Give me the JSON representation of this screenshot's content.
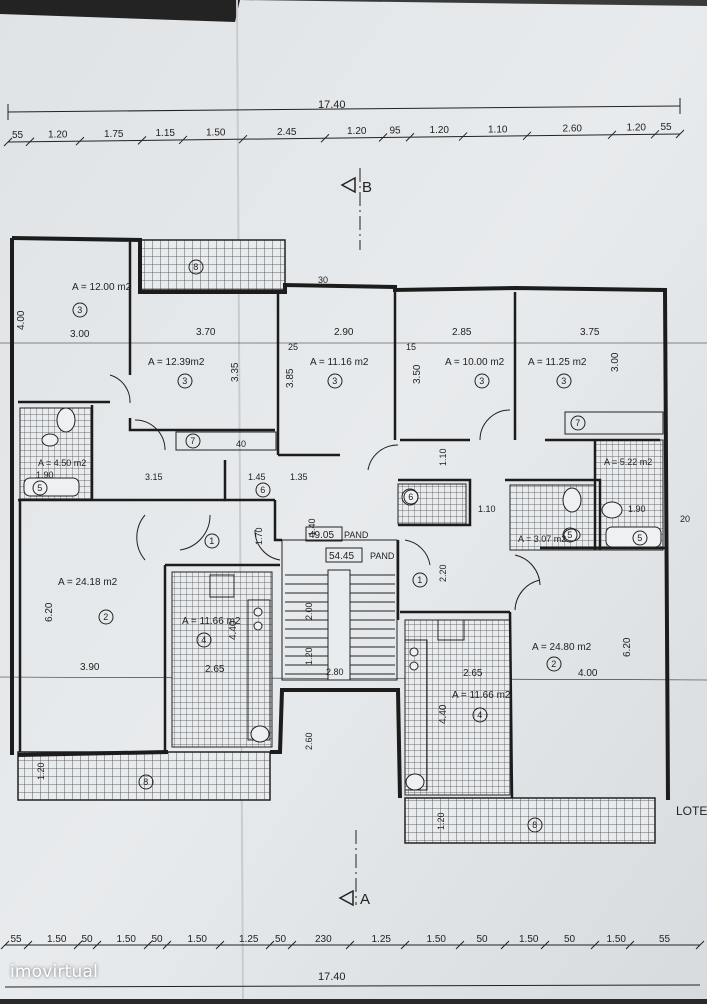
{
  "dims": {
    "total_top": "17.40",
    "total_bottom": "17.40",
    "top_chain": [
      "55",
      "1.20",
      "1.75",
      "1.15",
      "1.50",
      "2.45",
      "1.20",
      "95",
      "1.20",
      "1.10",
      "2.60",
      "1.20",
      "55"
    ],
    "bottom_chain": [
      "55",
      "1.50",
      "50",
      "1.50",
      "50",
      "1.50",
      "1.25",
      "50",
      "230",
      "1.25",
      "1.50",
      "50",
      "1.50",
      "50",
      "1.50",
      "55"
    ]
  },
  "section_marks": {
    "top": "B",
    "bottom": "A"
  },
  "rooms": [
    {
      "area": "A = 12.00 m2",
      "num": "3",
      "w": "3.00",
      "h": "4.00"
    },
    {
      "area": "A = 12.39m2",
      "num": "3",
      "w": "3.70",
      "h": "3.35"
    },
    {
      "area": "A = 11.16 m2",
      "num": "3",
      "w": "2.90",
      "h": "3.85"
    },
    {
      "area": "A = 10.00 m2",
      "num": "3",
      "w": "2.85",
      "h": "3.50"
    },
    {
      "area": "A = 11.25 m2",
      "num": "3",
      "w": "3.75",
      "h": "3.00"
    },
    {
      "area": "A = 24.18 m2",
      "num": "2",
      "w": "3.90",
      "h": "6.20"
    },
    {
      "area": "A = 24.80 m2",
      "num": "2",
      "w": "4.00",
      "h": "6.20"
    },
    {
      "area": "A = 11.66 m2",
      "num": "4",
      "w": "2.65",
      "h": "4.40"
    },
    {
      "area": "A = 11.66 m2",
      "num": "4",
      "w": "2.65",
      "h": "4.40"
    }
  ],
  "baths": [
    {
      "area": "A = 4.50 m2",
      "num": "5"
    },
    {
      "area": "A = 5.22 m2",
      "num": "5"
    },
    {
      "area": "A = 3.07 m2",
      "num": "5"
    }
  ],
  "marks": {
    "hall": "1",
    "storage": "7",
    "wc": "6",
    "balcony": "8"
  },
  "stair": {
    "label1": "49.05",
    "label2": "54.45",
    "pand": "PAND"
  },
  "misc_dims": {
    "d315": "3.15",
    "d145": "1.45",
    "d135": "1.35",
    "d170": "1.70",
    "d140": "1.40",
    "d110a": "1.10",
    "d110b": "1.10",
    "d220": "2.20",
    "d280": "2.80",
    "d260": "2.60",
    "d120": "1.20",
    "d200": "2.00",
    "d120b": "1.20",
    "d190a": "1.90",
    "d190b": "1.90",
    "d030": "30",
    "d025": "25",
    "d015": "15",
    "d020": "20",
    "d040": "40",
    "d095": "95"
  },
  "lote": "LOTE",
  "watermark": "imovirtual"
}
